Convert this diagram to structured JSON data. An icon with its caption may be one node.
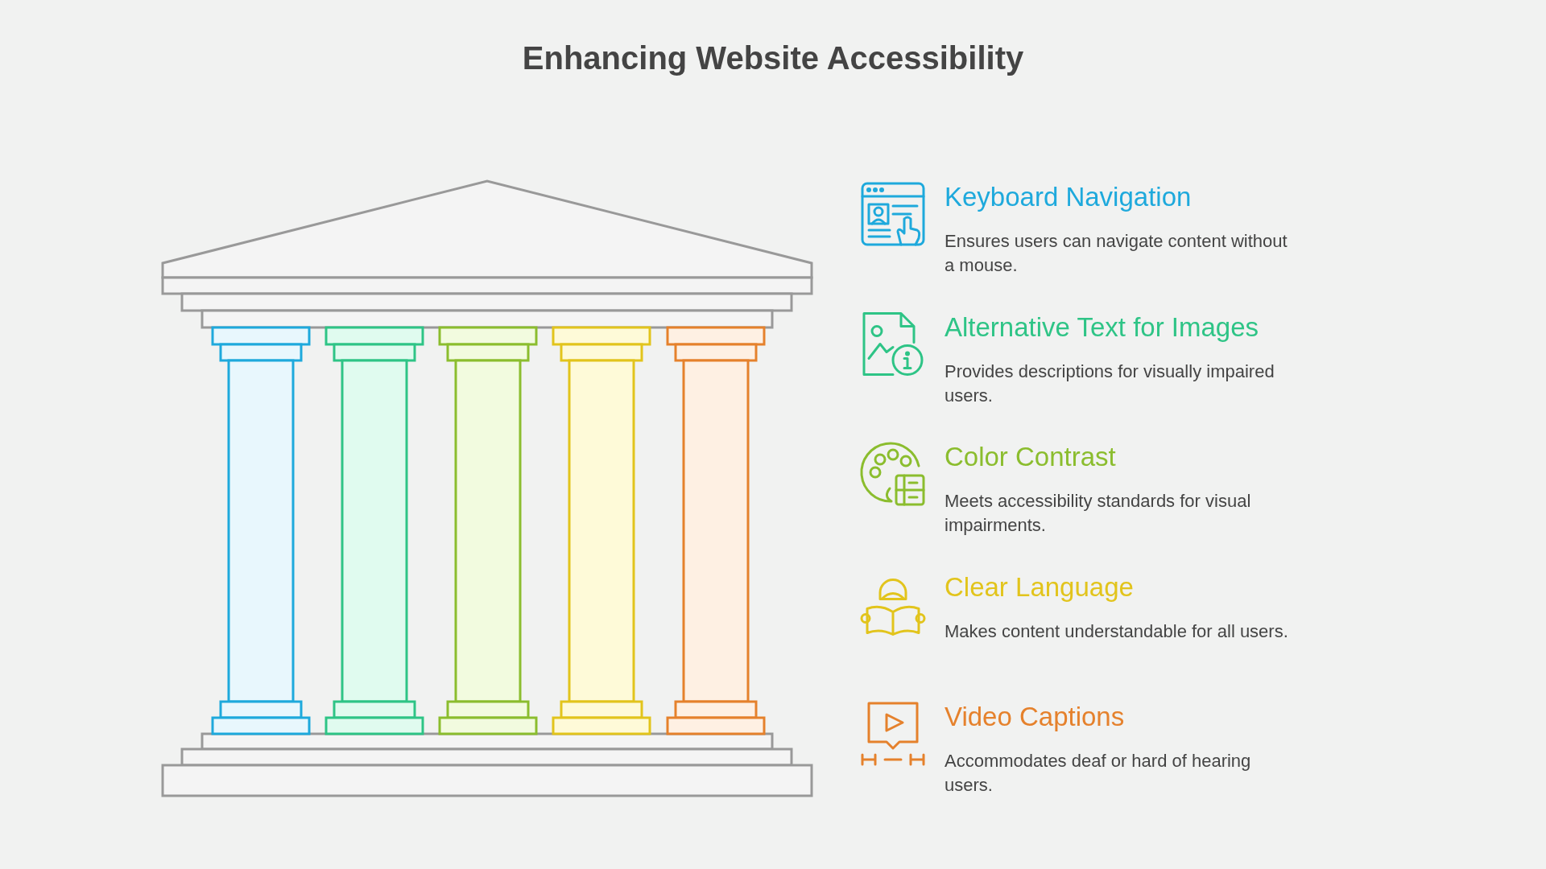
{
  "diagram": {
    "title": "Enhancing Website Accessibility",
    "labels": [
      "Keyboard Navigation",
      "Ensures users can navigate content without a mouse.",
      "Alternative Text for Images",
      "Provides descriptions for visually impaired users.",
      "Color Contrast",
      "Meets accessibility standards for visual impairments.",
      "Clear Language",
      "Makes content understandable for all users.",
      "Video Captions",
      "Accommodates deaf or hard of hearing users."
    ]
  }
}
